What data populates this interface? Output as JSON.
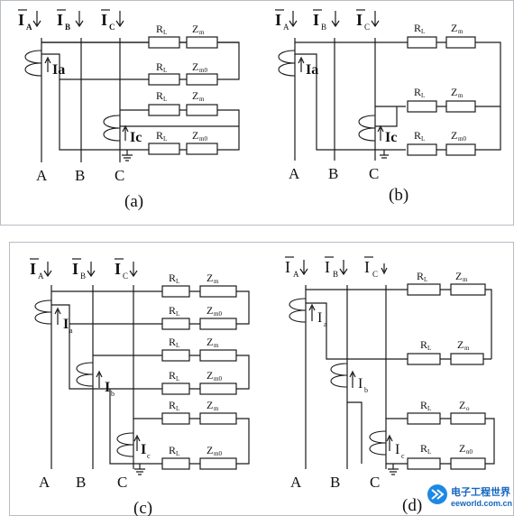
{
  "panels": {
    "a": {
      "caption": "(a)",
      "I": "I",
      "sub_A": "A",
      "sub_B": "B",
      "sub_C": "C",
      "Ia": "Ia",
      "Ic": "Ic",
      "RL": "R",
      "L": "L",
      "Zm": "Z",
      "m": "m",
      "m0": "m0",
      "bus_A": "A",
      "bus_B": "B",
      "bus_C": "C"
    },
    "b": {
      "caption": "(b)",
      "I": "I",
      "sub_A": "A",
      "sub_B": "B",
      "sub_C": "C",
      "Ia": "Ia",
      "Ic": "Ic",
      "RL": "R",
      "L": "L",
      "Zm": "Z",
      "m": "m",
      "m0": "m0",
      "bus_A": "A",
      "bus_B": "B",
      "bus_C": "C"
    },
    "c": {
      "caption": "(c)",
      "I": "I",
      "sub_A": "A",
      "sub_B": "B",
      "sub_C": "C",
      "Ia": "I",
      "Ia_sub": "a",
      "Ib": "I",
      "Ib_sub": "b",
      "Ic": "I",
      "Ic_sub": "c",
      "RL": "R",
      "L": "L",
      "Zm": "Z",
      "m": "m",
      "m0": "m0",
      "bus_A": "A",
      "bus_B": "B",
      "bus_C": "C"
    },
    "d": {
      "caption": "(d)",
      "I": "I",
      "sub_A": "A",
      "sub_B": "B",
      "sub_C": "C",
      "Ia": "I",
      "Ia_sub": "a",
      "Ib": "I",
      "Ib_sub": "b",
      "Ic": "I",
      "Ic_sub": "c",
      "RL": "R",
      "L": "L",
      "Zm": "Z",
      "m": "m",
      "Zo": "Z",
      "o": "o",
      "n0": "n0",
      "bus_A": "A",
      "bus_B": "B",
      "bus_C": "C"
    }
  },
  "watermark": {
    "line1": "电子工程世界",
    "line2": "eeworld.com.cn"
  }
}
